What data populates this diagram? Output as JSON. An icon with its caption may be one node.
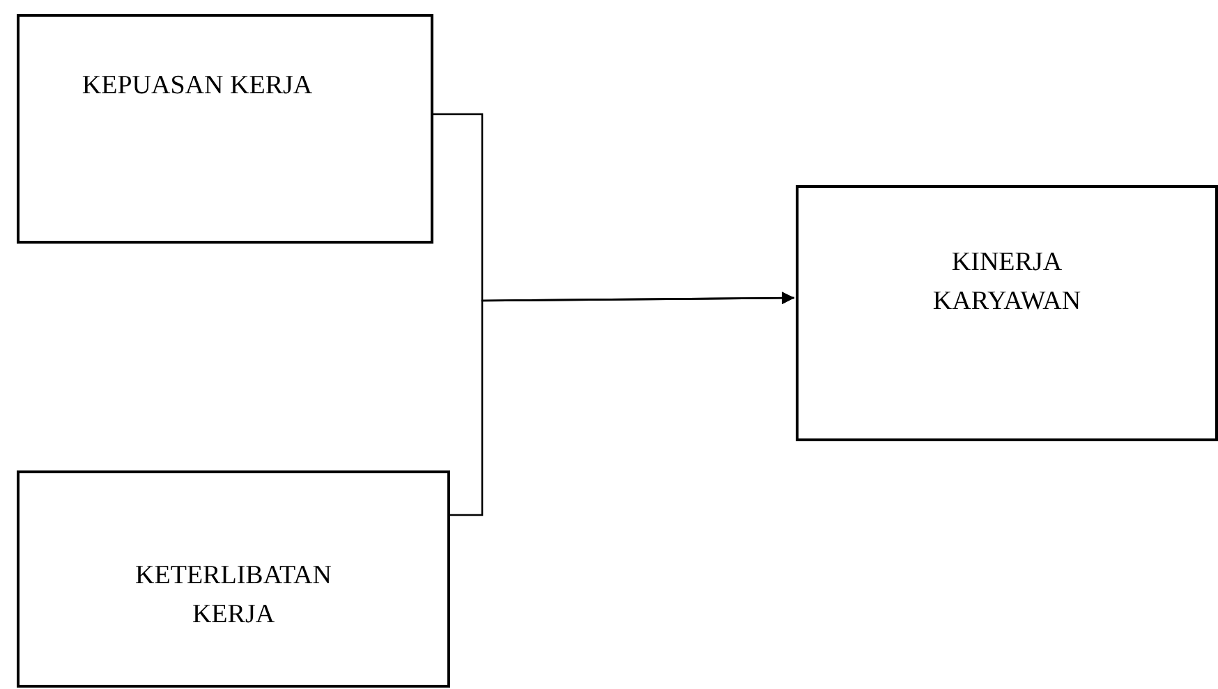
{
  "diagram": {
    "nodes": [
      {
        "text": [
          "KEPUASAN KERJA"
        ]
      },
      {
        "text": [
          "KETERLIBATAN KERJA"
        ]
      },
      {
        "text": [
          "KINERJA KARYAWAN"
        ]
      }
    ],
    "edges": [
      {
        "from": 0,
        "to": 2,
        "arrow": "to"
      },
      {
        "from": 1,
        "to": 2,
        "arrow": "to"
      }
    ]
  }
}
